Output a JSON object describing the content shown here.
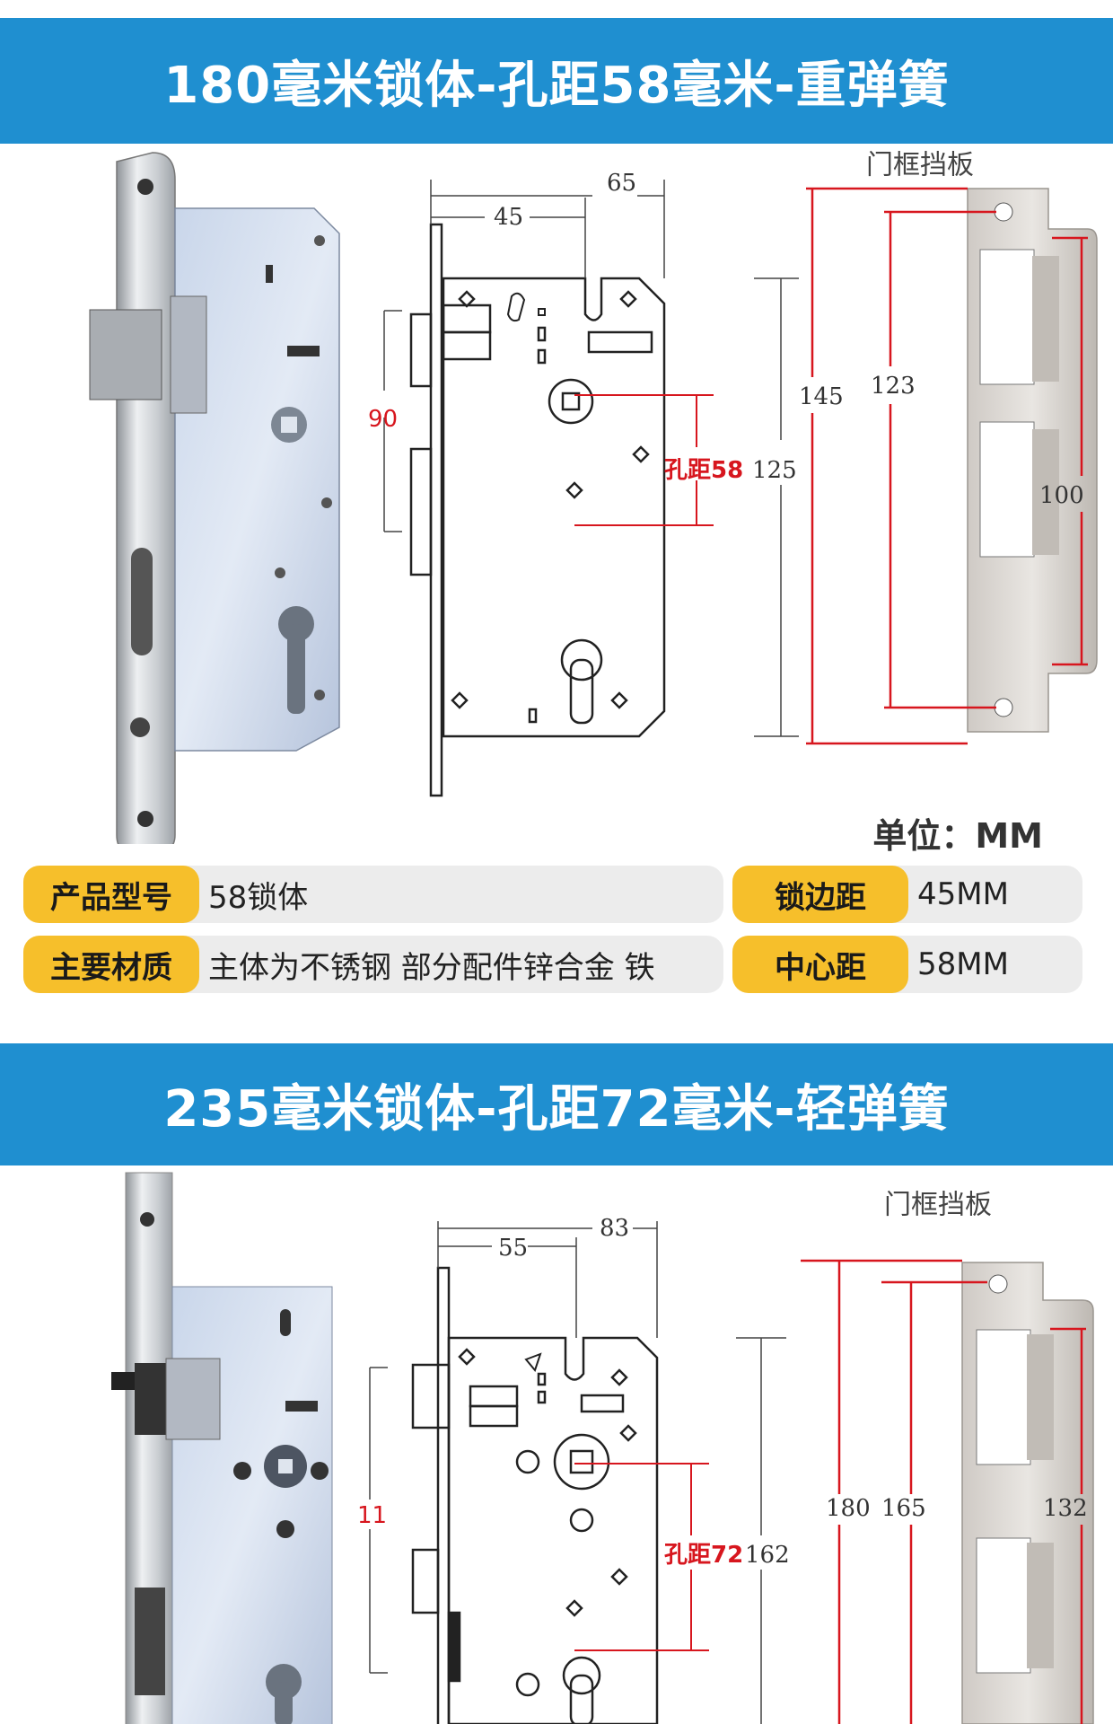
{
  "section1": {
    "title": "180毫米锁体-孔距58毫米-重弹簧",
    "dims": {
      "d65": "65",
      "d45": "45",
      "d90": "90",
      "hole": "孔距58",
      "d125": "125",
      "d145": "145",
      "d123": "123",
      "d100": "100"
    },
    "plate_title": "门框挡板",
    "unit": "单位：MM",
    "specs": {
      "model_key": "产品型号",
      "model_val": "58锁体",
      "backset_key": "锁边距",
      "backset_val": "45MM",
      "material_key": "主要材质",
      "material_val": "主体为不锈钢 部分配件锌合金 铁",
      "center_key": "中心距",
      "center_val": "58MM"
    }
  },
  "section2": {
    "title": "235毫米锁体-孔距72毫米-轻弹簧",
    "dims": {
      "d83": "83",
      "d55": "55",
      "d11": "11",
      "hole": "孔距72",
      "d162": "162",
      "d180": "180",
      "d165": "165",
      "d132": "132"
    },
    "plate_title": "门框挡板"
  },
  "colors": {
    "banner": "#1f8fd0",
    "spec_key": "#f6bf2b",
    "spec_bg": "#ececec",
    "accent_red": "#d7161e"
  }
}
